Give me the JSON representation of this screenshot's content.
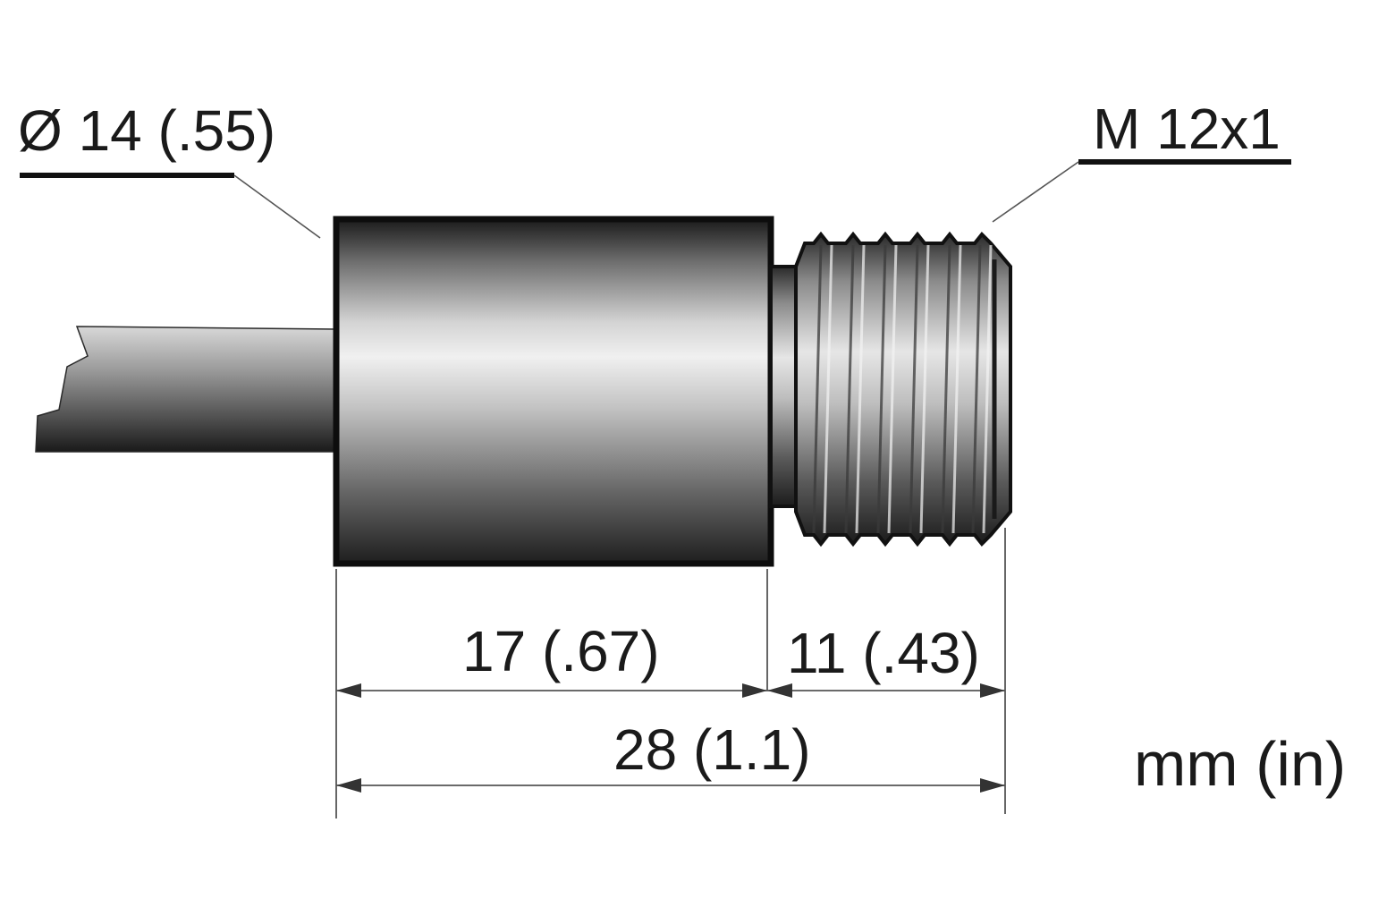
{
  "labels": {
    "diameter": "Ø 14 (.55)",
    "thread": "M 12x1",
    "body_length": "17 (.67)",
    "thread_length": "11 (.43)",
    "total_length": "28 (1.1)",
    "units": "mm (in)"
  },
  "colors": {
    "line": "#111111",
    "dim_line": "#555555",
    "metal_dark": "#1e1e1e",
    "metal_light": "#ebebeb"
  }
}
